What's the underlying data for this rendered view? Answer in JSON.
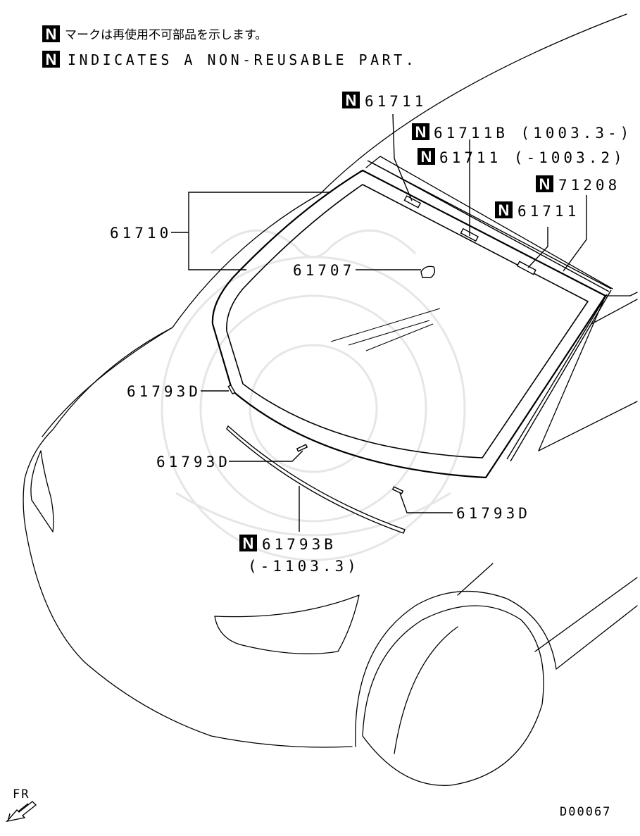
{
  "legend": {
    "japanese": "マークは再使用不可部品を示します。",
    "english": "INDICATES A NON-REUSABLE PART.",
    "mark": "N"
  },
  "parts": [
    {
      "id": "p1",
      "code": "61711",
      "mark": "N"
    },
    {
      "id": "p2",
      "code": "61711B (1003.3-)",
      "mark": "N"
    },
    {
      "id": "p3",
      "code": "61711 (-1003.2)",
      "mark": "N"
    },
    {
      "id": "p4",
      "code": "71208",
      "mark": "N"
    },
    {
      "id": "p5",
      "code": "61711",
      "mark": "N"
    },
    {
      "id": "p6",
      "code": "61710"
    },
    {
      "id": "p7",
      "code": "61707"
    },
    {
      "id": "p8",
      "code": "61793D"
    },
    {
      "id": "p9",
      "code": "61793D"
    },
    {
      "id": "p10",
      "code": "61793D"
    },
    {
      "id": "p11",
      "code": "61793B",
      "note": "(-1103.3)",
      "mark": "N"
    }
  ],
  "direction": "FR",
  "diagram_id": "D00067"
}
